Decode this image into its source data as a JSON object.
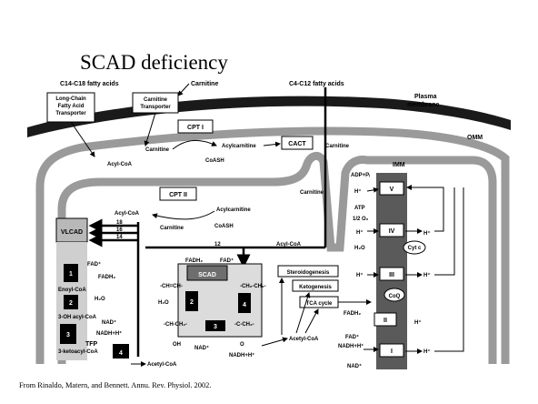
{
  "slide": {
    "title": "SCAD deficiency",
    "caption": "From Rinaldo, Matern, and Bennett. Annu. Rev. Physiol.  2002."
  },
  "diagram": {
    "top": {
      "c14_c18": "C14-C18 fatty acids",
      "carnitine_top": "Carnitine",
      "c4_c12": "C4-C12 fatty acids",
      "plasma_membrane_1": "Plasma",
      "plasma_membrane_2": "membrane",
      "lcfa_transporter_1": "Long-Chain",
      "lcfa_transporter_2": "Fatty Acid",
      "lcfa_transporter_3": "Transporter",
      "carnitine_transporter_1": "Carnitine",
      "carnitine_transporter_2": "Transporter",
      "omm": "OMM",
      "imm": "IMM"
    },
    "carnitine_cycle": {
      "cpt1": "CPT I",
      "cpt2": "CPT II",
      "cact": "CACT",
      "carnitine_a": "Carnitine",
      "acylcoa_a": "Acyl-CoA",
      "acylcarnitine_a": "Acylcarnitine",
      "coash_a": "CoASH",
      "carnitine_b": "Carnitine",
      "carnitine_c": "Carnitine",
      "acylcoa_b": "Acyl-CoA",
      "acylcarnitine_b": "Acylcarnitine",
      "carnitine_d": "Carnitine",
      "coash_b": "CoASH"
    },
    "matrix": {
      "vlcad": "VLCAD",
      "n18": "18",
      "n16": "16",
      "n14": "14",
      "n12": "12",
      "acylcoa_c": "Acyl-CoA",
      "fad_1": "FAD⁺",
      "fadh2_1": "FADH₂",
      "enoyl_coa": "Enoyl-CoA",
      "h2o_1": "H₂O",
      "oh_acyl_coa": "3-OH acyl-CoA",
      "nad_1": "NAD⁺",
      "nadh_1": "NADH+H⁺",
      "tfp": "TFP",
      "ketoacyl_coa": "3-ketoacyl-CoA",
      "acetyl_coa_1": "Acetyl-CoA",
      "step1": "1",
      "step2": "2",
      "step3": "3",
      "step4": "4"
    },
    "scad_cycle": {
      "scad": "SCAD",
      "fadh2_2": "FADH₂",
      "fad_2": "FAD⁺",
      "ch_ch": "-CH=CH-",
      "ch2_ch2": "-CH₂-CH₂-",
      "h2o_2": "H₂O",
      "choh_ch2": "-CH-CH₂-",
      "oh": "OH",
      "c_ch2": "-C-CH₂-",
      "o": "O",
      "nad_2": "NAD⁺",
      "nadh_2": "NADH+H⁺",
      "step2": "2",
      "step3": "3",
      "step4": "4"
    },
    "fates": {
      "steroidogenesis": "Steroidogenesis",
      "ketogenesis": "Ketogenesis",
      "tca_cycle": "TCA cycle",
      "acetyl_coa_2": "Acetyl-CoA"
    },
    "resp_chain": {
      "adp_pi": "ADP+Pᵢ",
      "h_1": "H⁺",
      "atp": "ATP",
      "half_o2": "1/2 O₂",
      "h_2": "H⁺",
      "h2o": "H₂O",
      "h_3": "H⁺",
      "fadh2_3": "FADH₂",
      "fad_3": "FAD⁺",
      "nadh_3": "NADH+H⁺",
      "nad_3": "NAD⁺",
      "complex_v": "V",
      "complex_iv": "IV",
      "complex_iii": "III",
      "complex_ii": "II",
      "complex_i": "I",
      "cyt_c": "Cyt c",
      "coq": "CoQ",
      "h_out_1": "H⁺",
      "h_out_2": "H⁺",
      "h_out_3": "H⁺",
      "h_out_4": "H⁺"
    }
  }
}
